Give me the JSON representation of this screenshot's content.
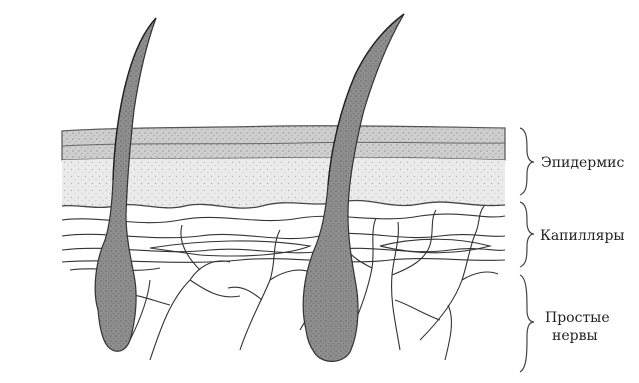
{
  "labels": {
    "epidermis": "Эпидермис",
    "capillaries": "Капилляры",
    "nerves_line1": "Простые",
    "nerves_line2": "нервы"
  }
}
